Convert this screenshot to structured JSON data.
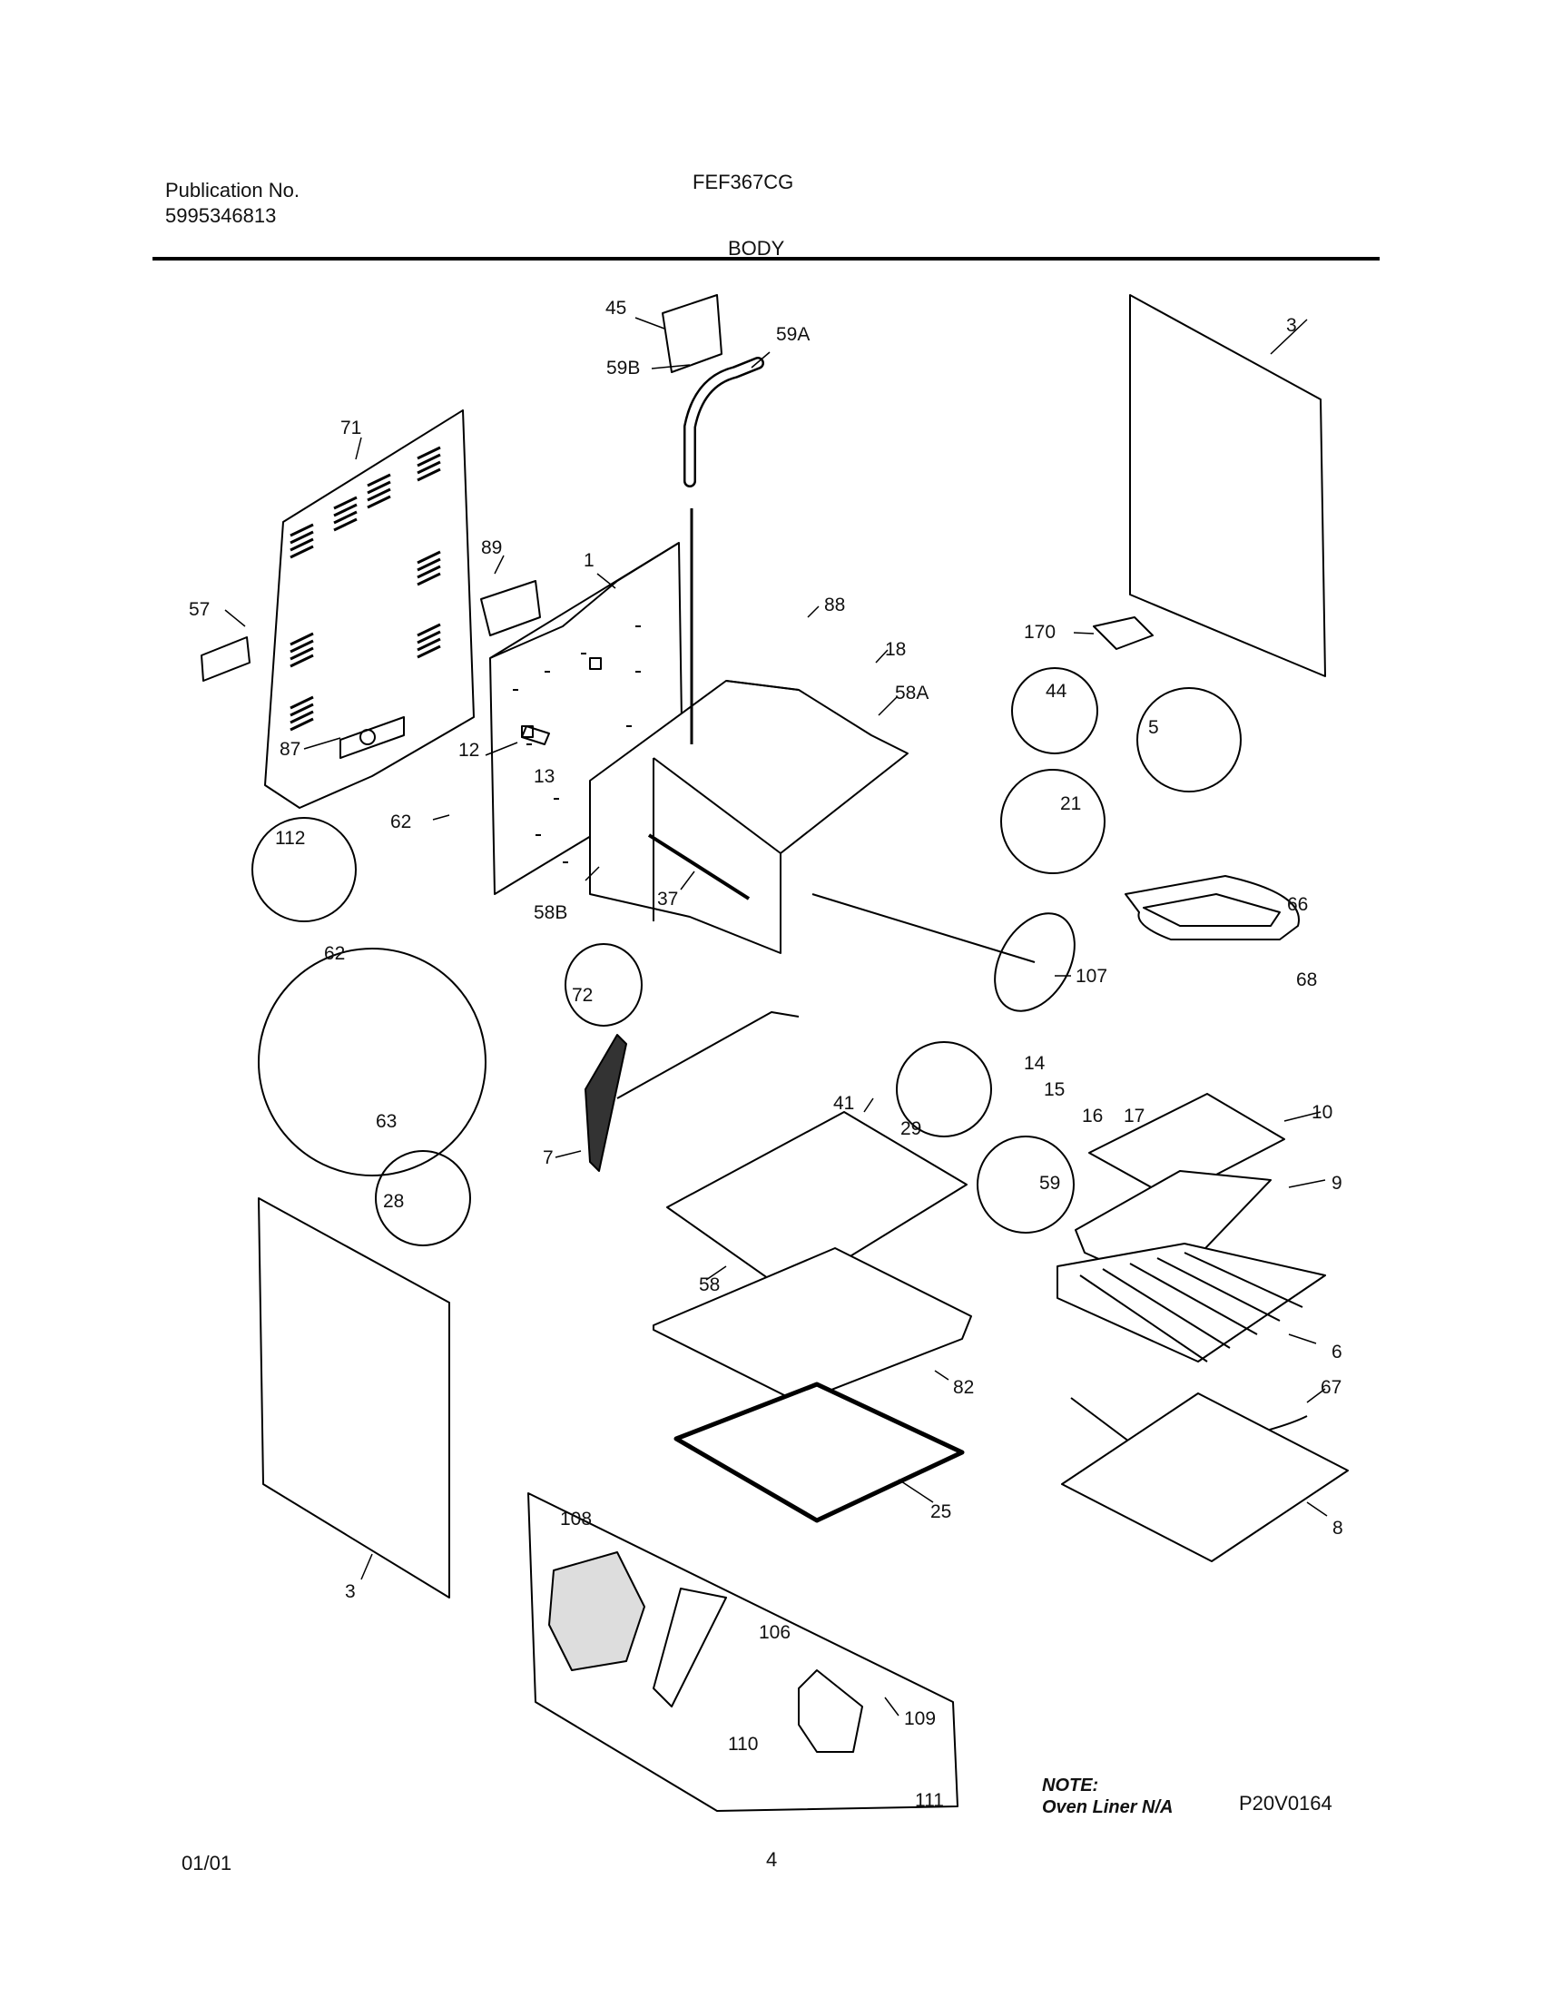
{
  "header": {
    "publication_label": "Publication No.",
    "publication_number": "5995346813",
    "model": "FEF367CG",
    "section": "BODY"
  },
  "callouts": {
    "c45": "45",
    "c59A": "59A",
    "c59B": "59B",
    "c3a": "3",
    "c71": "71",
    "c89": "89",
    "c1": "1",
    "c88": "88",
    "c57": "57",
    "c170": "170",
    "c18": "18",
    "c58A": "58A",
    "c44": "44",
    "c5": "5",
    "c12": "12",
    "c13": "13",
    "c87": "87",
    "c21": "21",
    "c62a": "62",
    "c112": "112",
    "c66": "66",
    "c58B": "58B",
    "c37": "37",
    "c107": "107",
    "c68": "68",
    "c72": "72",
    "c62b": "62",
    "c14": "14",
    "c15": "15",
    "c16": "16",
    "c17": "17",
    "c41": "41",
    "c29": "29",
    "c10": "10",
    "c63": "63",
    "c7": "7",
    "c59": "59",
    "c9": "9",
    "c28": "28",
    "c58": "58",
    "c6": "6",
    "c82": "82",
    "c67": "67",
    "c25": "25",
    "c8": "8",
    "c3b": "3",
    "c108": "108",
    "c106": "106",
    "c109": "109",
    "c110": "110",
    "c111": "111"
  },
  "note": {
    "label": "NOTE:",
    "text": "Oven Liner N/A",
    "drawing_code": "P20V0164"
  },
  "footer": {
    "date": "01/01",
    "page_number": "4"
  }
}
